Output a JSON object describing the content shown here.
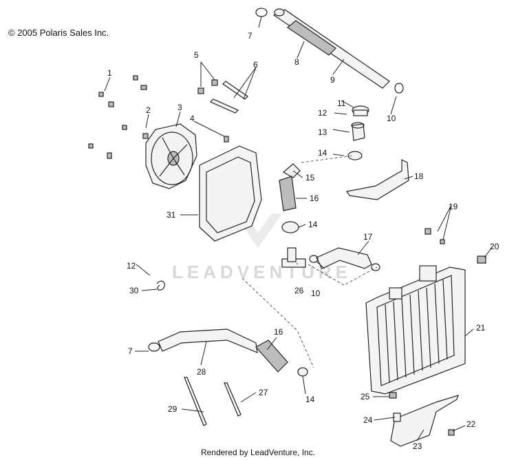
{
  "copyright": "© 2005 Polaris Sales Inc.",
  "footer": "Rendered by LeadVenture, Inc.",
  "watermark": "LEADVENTURE",
  "callouts": [
    "1",
    "2",
    "3",
    "4",
    "5",
    "6",
    "7",
    "8",
    "9",
    "10",
    "11",
    "12",
    "13",
    "14",
    "14",
    "14",
    "15",
    "16",
    "16",
    "17",
    "18",
    "19",
    "20",
    "21",
    "22",
    "23",
    "24",
    "25",
    "26",
    "10",
    "12",
    "30",
    "31",
    "7",
    "28",
    "29",
    "27"
  ]
}
